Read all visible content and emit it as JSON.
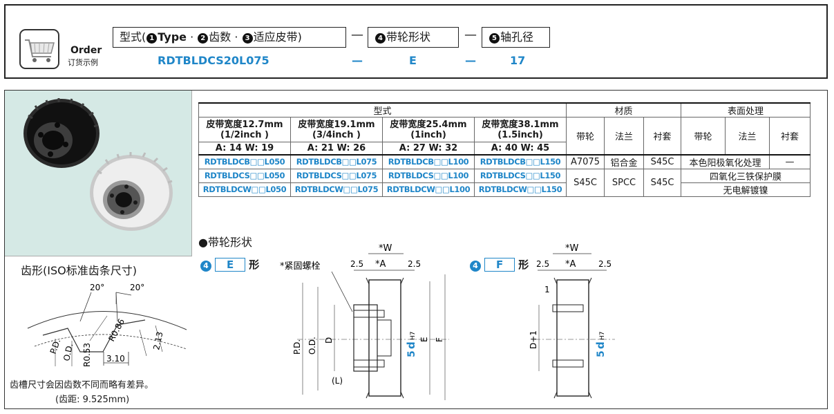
{
  "order": {
    "title": "Order",
    "subtitle": "订货示例",
    "spec_type_prefix": "型式(",
    "spec_type_1": "Type",
    "spec_type_sep1": "·",
    "spec_type_2": "齿数",
    "spec_type_sep2": "·",
    "spec_type_3": "适应皮带",
    "spec_type_suffix": ")",
    "spec_shape": "带轮形状",
    "spec_bore": "轴孔径",
    "circle_nums": [
      "1",
      "2",
      "3",
      "4",
      "5"
    ],
    "dash": "—",
    "example_type": "RDTBLDCS20L075",
    "example_dash1": "—",
    "example_shape": "E",
    "example_dash2": "—",
    "example_bore": "17"
  },
  "table": {
    "header_type": "型式",
    "header_material": "材质",
    "header_surface": "表面处理",
    "widths": [
      {
        "label": "皮带宽度12.7mm",
        "inch": "(1/2inch )",
        "aw": "A: 14   W: 19"
      },
      {
        "label": "皮带宽度19.1mm",
        "inch": "(3/4inch )",
        "aw": "A: 21   W: 26"
      },
      {
        "label": "皮带宽度25.4mm",
        "inch": "(1inch)",
        "aw": "A: 27   W: 32"
      },
      {
        "label": "皮带宽度38.1mm",
        "inch": "(1.5inch)",
        "aw": "A: 40   W: 45"
      }
    ],
    "material_cols": [
      "带轮",
      "法兰",
      "衬套"
    ],
    "surface_cols": [
      "带轮",
      "法兰",
      "衬套"
    ],
    "rows": [
      {
        "pn": [
          "RDTBLDCB□□L050",
          "RDTBLDCB□□L075",
          "RDTBLDCB□□L100",
          "RDTBLDCB□□L150"
        ],
        "mat": [
          "A7075",
          "铝合金",
          "S45C"
        ],
        "surf": [
          "本色阳极氧化处理",
          "—"
        ]
      },
      {
        "pn": [
          "RDTBLDCS□□L050",
          "RDTBLDCS□□L075",
          "RDTBLDCS□□L100",
          "RDTBLDCS□□L150"
        ],
        "mat": [
          "S45C",
          "SPCC",
          "S45C"
        ],
        "surf": [
          "四氧化三铁保护膜"
        ]
      },
      {
        "pn": [
          "RDTBLDCW□□L050",
          "RDTBLDCW□□L075",
          "RDTBLDCW□□L100",
          "RDTBLDCW□□L150"
        ],
        "surf": [
          "无电解镀镍"
        ]
      }
    ]
  },
  "tooth": {
    "title": "齿形(ISO标准齿条尺寸)",
    "angle_left": "20°",
    "angle_right": "20°",
    "r086": "R0.86",
    "r053": "R0.53",
    "pd": "P.D.",
    "od": "O.D.",
    "d213": "2.13",
    "d310": "3.10",
    "note": "齿槽尺寸会因齿数不同而略有差异。",
    "pitch": "(齿距: 9.525mm)"
  },
  "shape": {
    "heading_bullet": "●",
    "heading": "带轮形状",
    "e_num": "4",
    "e_tag": "E",
    "e_suffix": "形",
    "f_num": "4",
    "f_tag": "F",
    "f_suffix": "形",
    "set_screw": "*紧固螺栓",
    "w_label": "*W",
    "a_label": "*A",
    "d25": "2.5",
    "d1": "1",
    "pd": "P.D.",
    "od": "O.D.",
    "d": "D",
    "e": "E",
    "f": "F",
    "l": "(L)",
    "d_plus_1": "D+1",
    "bore_num": "5",
    "bore_d": "d",
    "bore_tol": "H7"
  }
}
